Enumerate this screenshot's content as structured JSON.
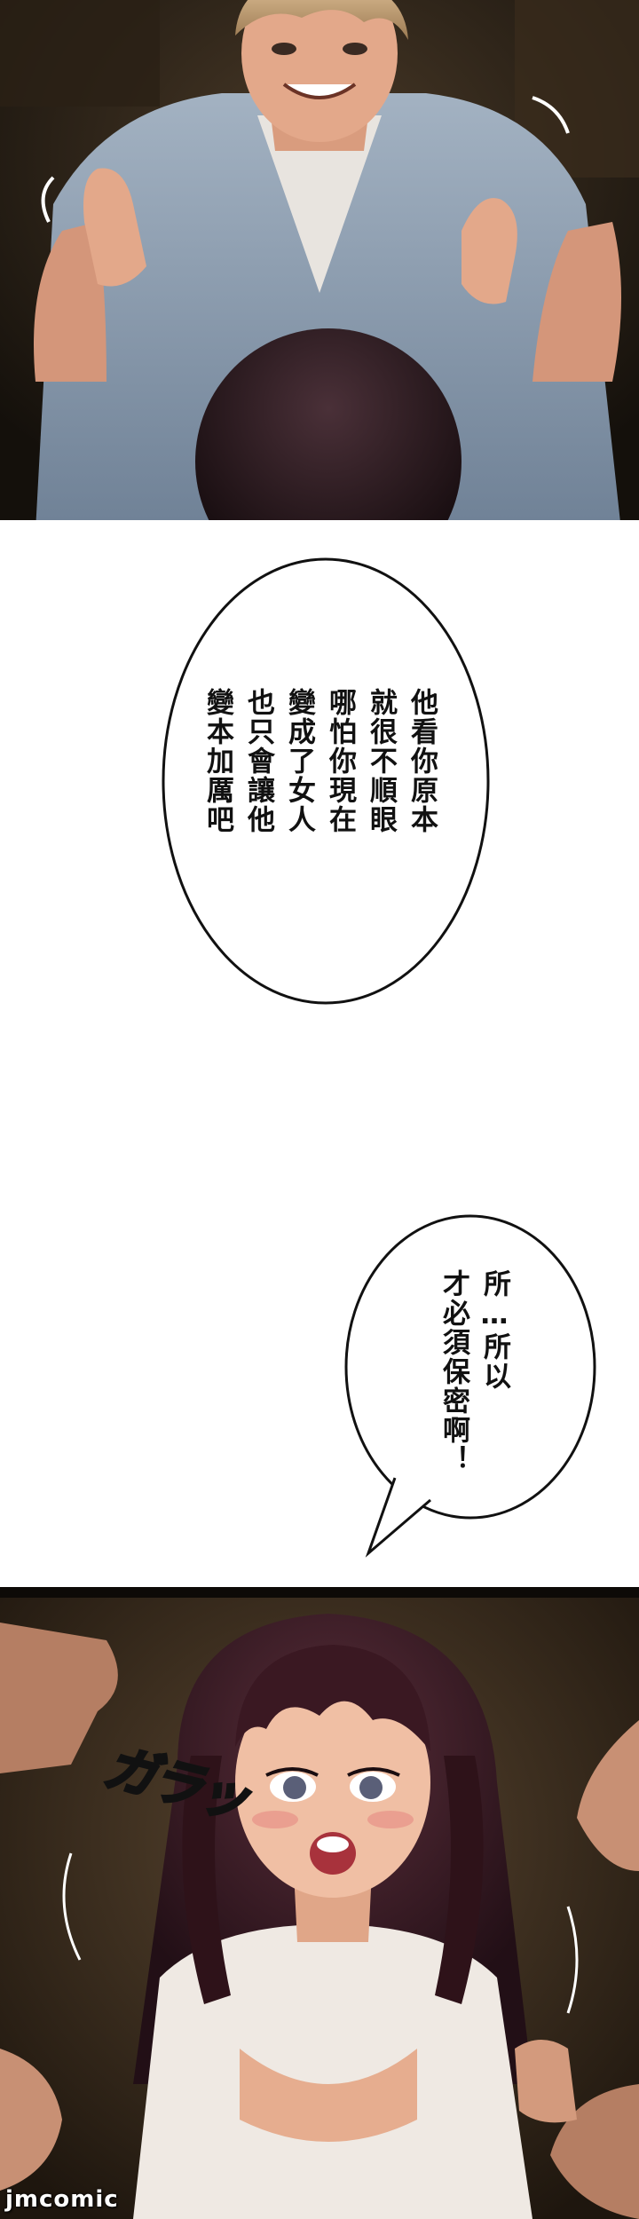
{
  "panels": {
    "top": {
      "description_icon": "man-with-woman-illustration-icon"
    },
    "bottom": {
      "description_icon": "startled-woman-illustration-icon",
      "sfx": "ガラッ"
    }
  },
  "bubbles": {
    "bubble1": {
      "lines": [
        "他看你原本",
        "就很不順眼",
        "哪怕你現在",
        "變成了女人",
        "也只會讓他",
        "變本加厲吧"
      ]
    },
    "bubble2": {
      "lines": [
        "所…所以",
        "才必須保密啊！"
      ]
    }
  },
  "watermark": "jmcomic",
  "colors": {
    "panel_dark": "#1a1510",
    "skin": "#e3a88a",
    "shirt_blue": "#8fa0b3",
    "hair_dark": "#2a1a1c",
    "white_shirt": "#f0ece8"
  }
}
